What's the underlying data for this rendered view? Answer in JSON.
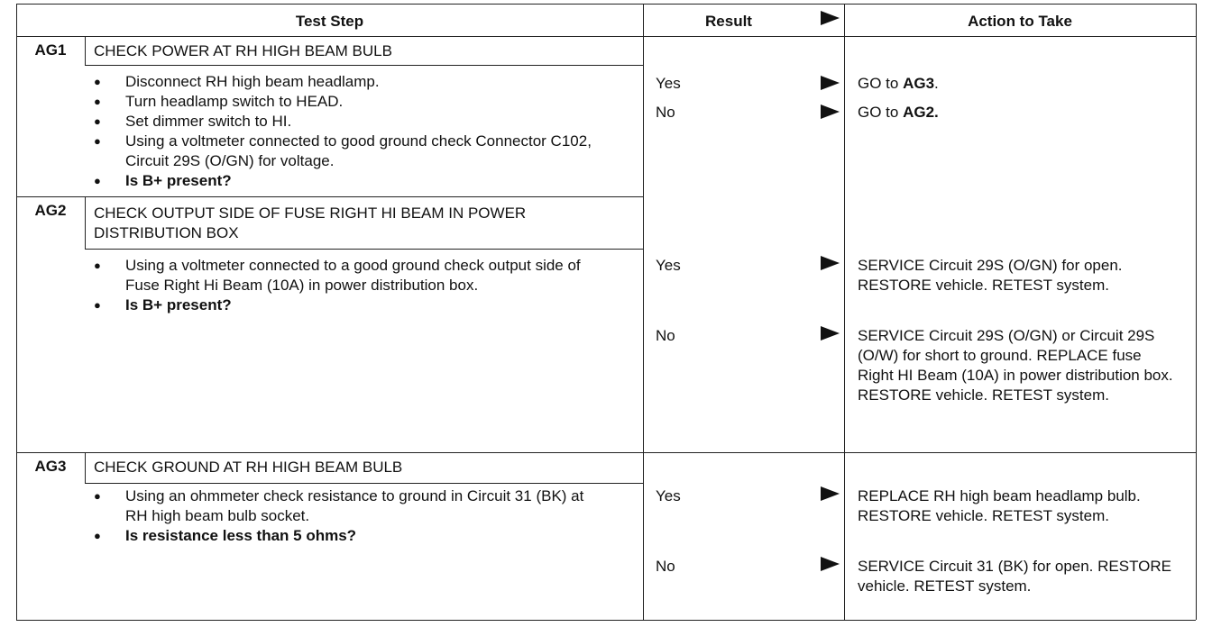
{
  "header": {
    "test_step": "Test Step",
    "result": "Result",
    "action": "Action to Take"
  },
  "steps": [
    {
      "code": "AG1",
      "title": "CHECK POWER AT RH HIGH BEAM BULB",
      "bullets": [
        "Disconnect RH high beam headlamp.",
        "Turn headlamp switch to HEAD.",
        "Set dimmer switch to HI.",
        "Using a voltmeter connected to good ground check Connector C102, Circuit 29S (O/GN) for voltage."
      ],
      "question": "Is B+ present?",
      "results": [
        {
          "result": "Yes",
          "action_prefix": "GO to ",
          "action_bold": "AG3",
          "action_suffix": "."
        },
        {
          "result": "No",
          "action_prefix": "GO to ",
          "action_bold": "AG2.",
          "action_suffix": ""
        }
      ]
    },
    {
      "code": "AG2",
      "title": "CHECK OUTPUT SIDE OF FUSE RIGHT HI BEAM IN POWER DISTRIBUTION BOX",
      "bullets": [
        "Using a voltmeter connected to a good ground check output side of Fuse Right Hi Beam (10A) in power distribution box."
      ],
      "question": "Is B+ present?",
      "results": [
        {
          "result": "Yes",
          "action": "SERVICE Circuit 29S (O/GN) for open. RESTORE vehicle. RETEST system."
        },
        {
          "result": "No",
          "action": "SERVICE Circuit 29S (O/GN) or Circuit 29S (O/W) for short to ground. REPLACE fuse Right HI Beam (10A) in power distribution box. RESTORE vehicle. RETEST system."
        }
      ]
    },
    {
      "code": "AG3",
      "title": "CHECK GROUND AT RH HIGH BEAM BULB",
      "bullets": [
        "Using an ohmmeter check resistance to ground in Circuit 31 (BK) at RH high beam bulb socket."
      ],
      "question": "Is resistance less than 5 ohms?",
      "results": [
        {
          "result": "Yes",
          "action": "REPLACE RH high beam headlamp bulb. RESTORE vehicle. RETEST system."
        },
        {
          "result": "No",
          "action": "SERVICE Circuit 31 (BK) for open. RESTORE vehicle. RETEST system."
        }
      ]
    }
  ]
}
